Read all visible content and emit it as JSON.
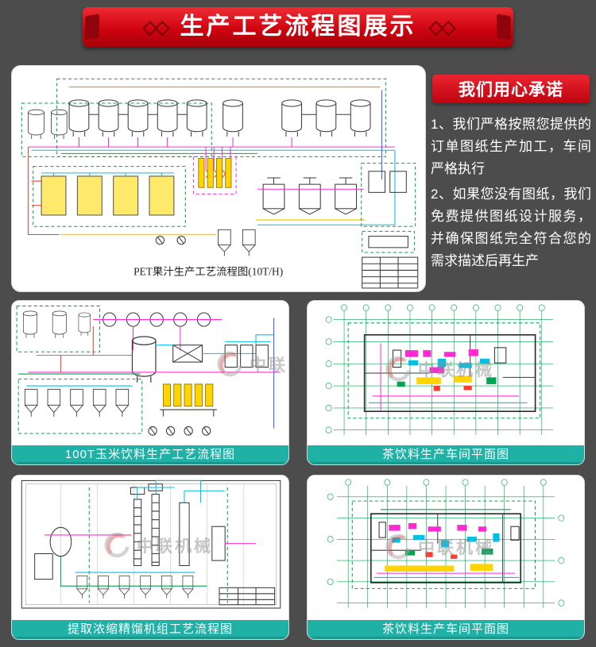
{
  "colors": {
    "background": "#4c4c4c",
    "banner_red": "#cf0511",
    "badge_red": "#c00310",
    "caption_teal": "#1fb0a6",
    "cad_green": "#00a650",
    "cad_magenta": "#ff2ad4",
    "cad_cyan": "#00c0e8",
    "cad_yellow": "#ffd400"
  },
  "banner": {
    "title": "生产工艺流程图展示",
    "left_ornament": "◇◇",
    "right_ornament": "◇◇"
  },
  "promise": {
    "badge": "我们用心承诺",
    "items": [
      "1、我们严格按照您提供的订单图纸生产加工，车间严格执行",
      "2、如果您没有图纸，我们免费提供图纸设计服务，并确保图纸完全符合您的需求描述后再生产"
    ]
  },
  "main_diagram": {
    "caption": "PET果汁生产工艺流程图(10T/H)"
  },
  "gallery": [
    {
      "caption": "100T玉米饮料生产工艺流程图"
    },
    {
      "caption": "茶饮料生产车间平面图"
    },
    {
      "caption": "提取浓缩精馏机组工艺流程图"
    },
    {
      "caption": "茶饮料生产车间平面图"
    }
  ],
  "watermark": {
    "text": "中联机械"
  }
}
